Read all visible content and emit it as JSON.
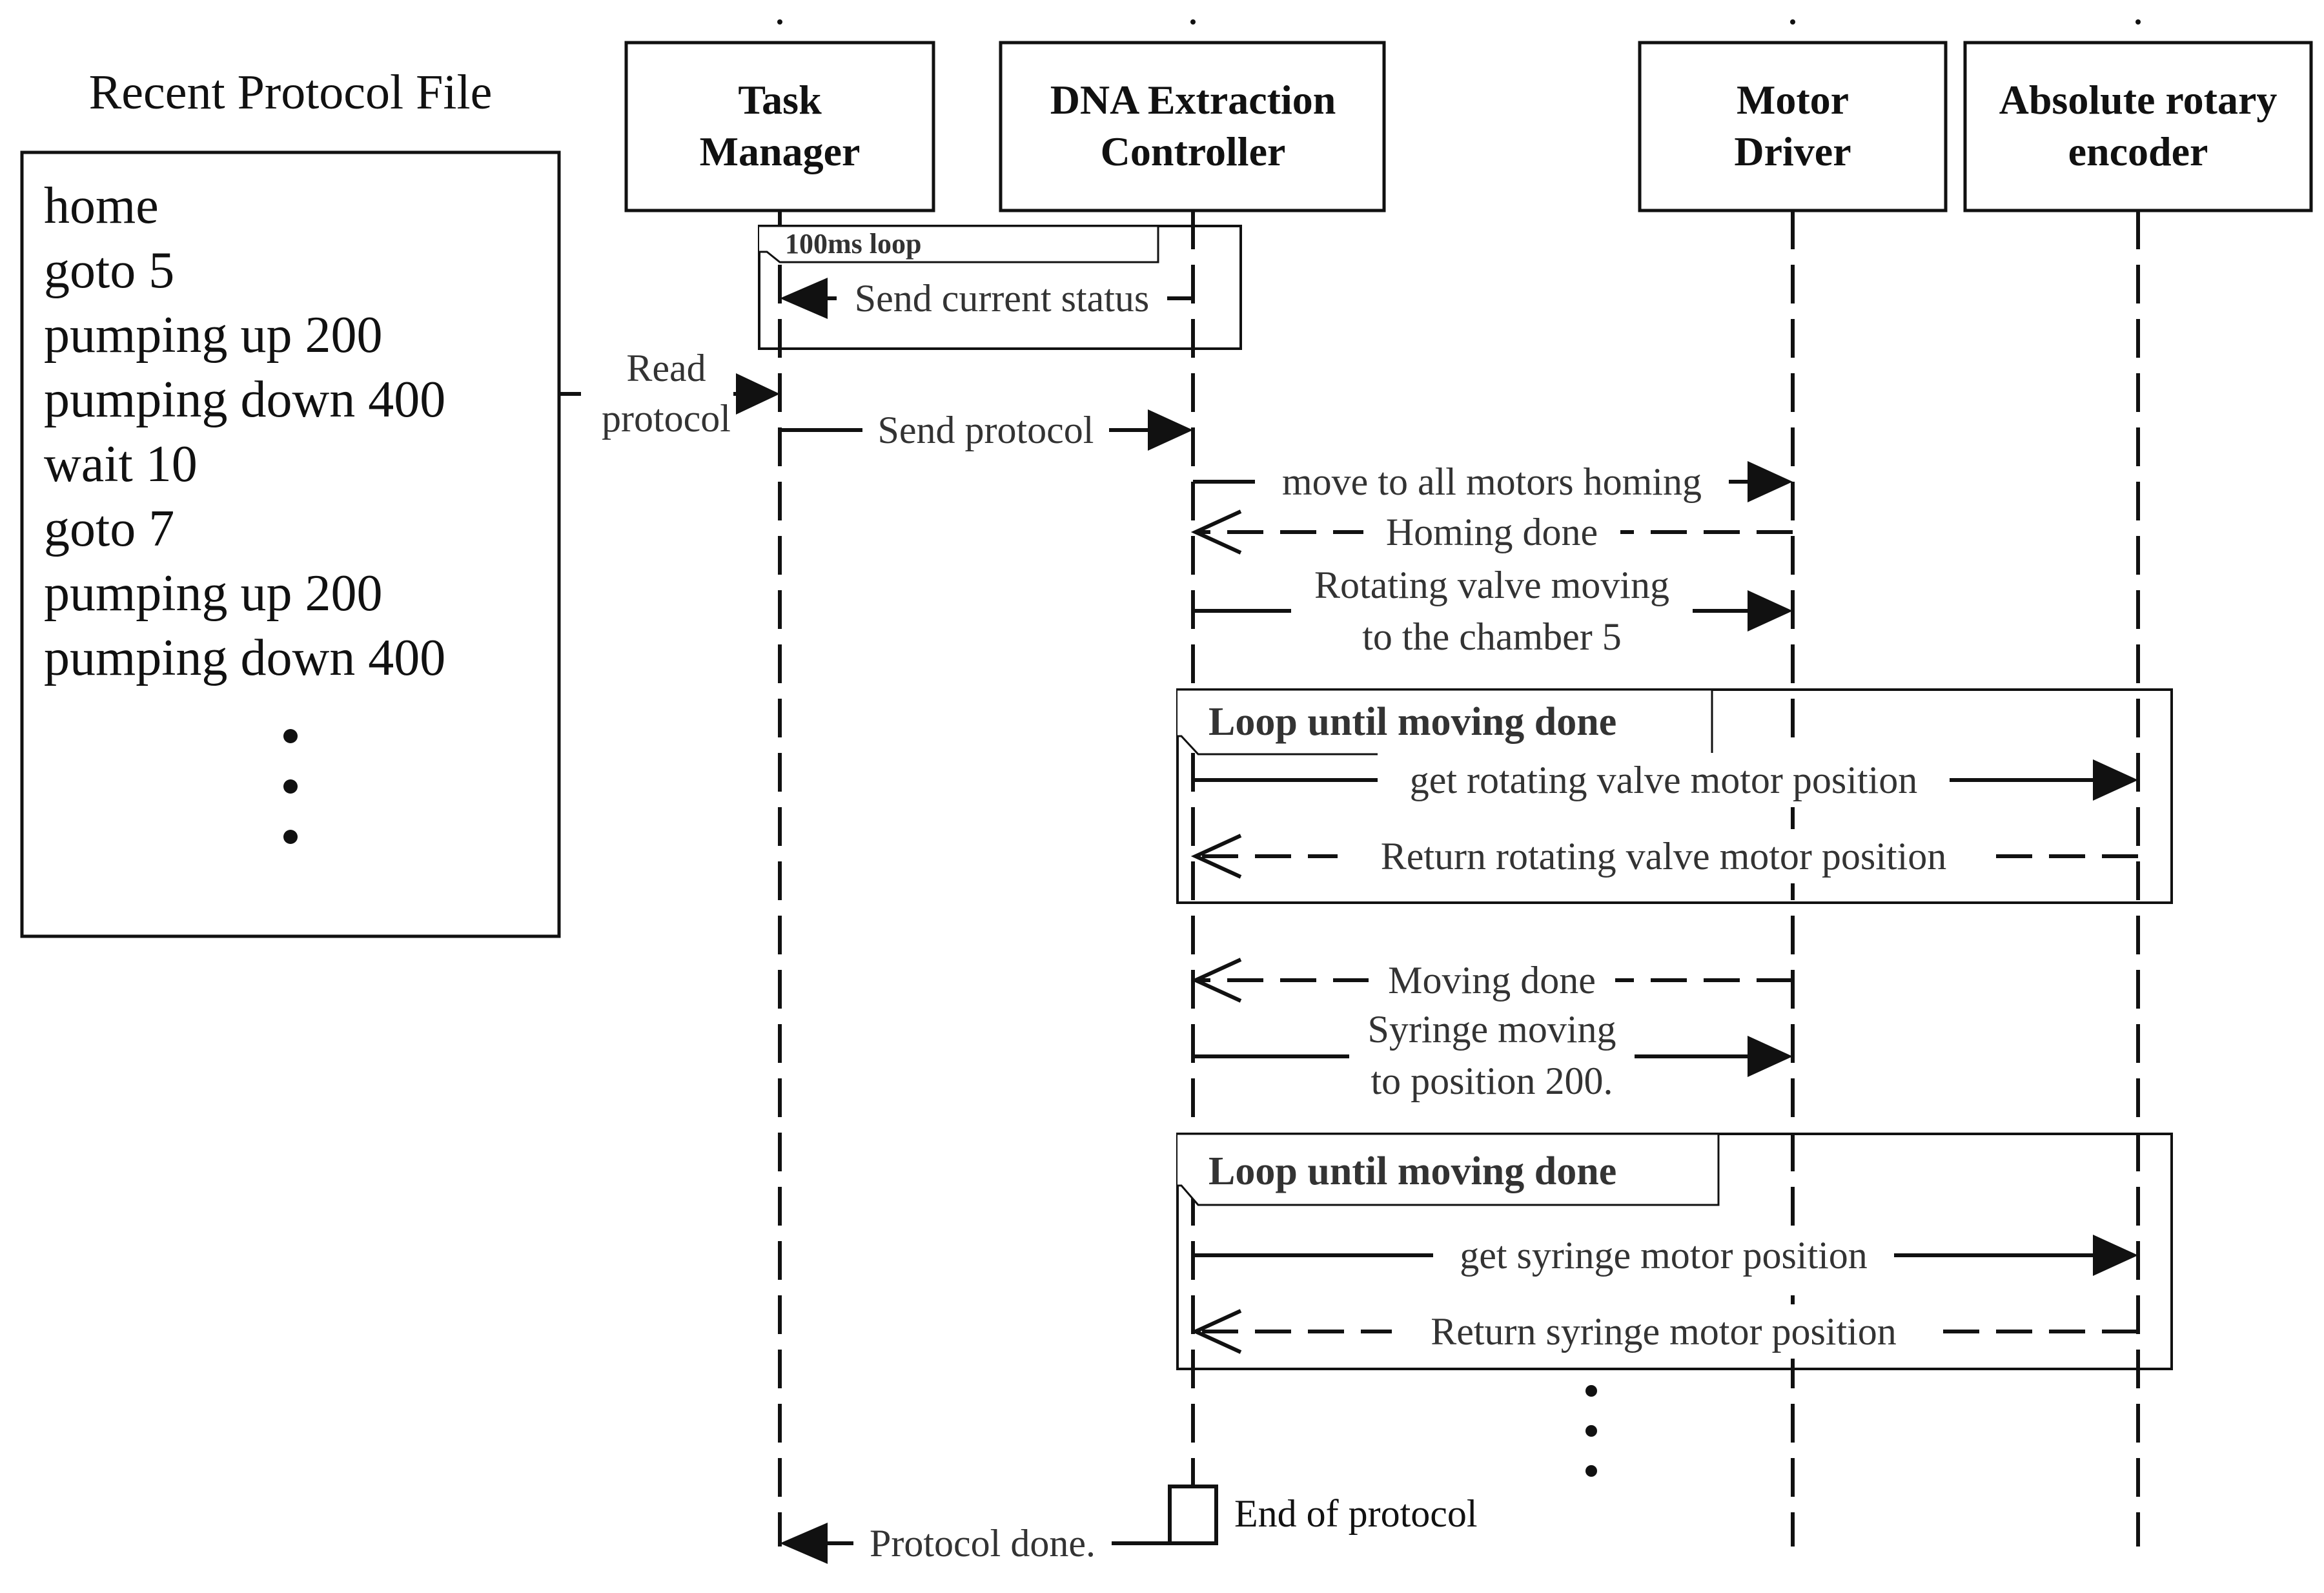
{
  "protocol_file": {
    "title": "Recent Protocol File",
    "lines": [
      "home",
      "goto 5",
      "pumping up 200",
      "pumping down 400",
      "wait 10",
      "goto 7",
      "pumping up 200",
      "pumping down 400"
    ]
  },
  "participants": [
    {
      "name": "Task",
      "name2": "Manager"
    },
    {
      "name": "DNA Extraction",
      "name2": "Controller"
    },
    {
      "name": "Motor",
      "name2": "Driver"
    },
    {
      "name": "Absolute rotary",
      "name2": "encoder"
    }
  ],
  "frames": {
    "status_loop": "100ms loop",
    "loop1": "Loop until moving done",
    "loop2": "Loop until moving done"
  },
  "messages": {
    "send_status": "Send current status",
    "read_protocol_1": "Read",
    "read_protocol_2": "protocol",
    "send_protocol": "Send protocol",
    "homing": "move to all motors homing",
    "homing_done": "Homing done",
    "rotating_1": "Rotating valve moving",
    "rotating_2": "to the chamber 5",
    "get_valve_pos": "get rotating valve motor position",
    "return_valve_pos": "Return rotating valve motor position",
    "moving_done": "Moving done",
    "syringe_1": "Syringe moving",
    "syringe_2": "to position 200.",
    "get_syringe_pos": "get syringe motor position",
    "return_syringe_pos": "Return syringe motor position",
    "end_protocol": "End of protocol",
    "protocol_done": "Protocol done."
  }
}
